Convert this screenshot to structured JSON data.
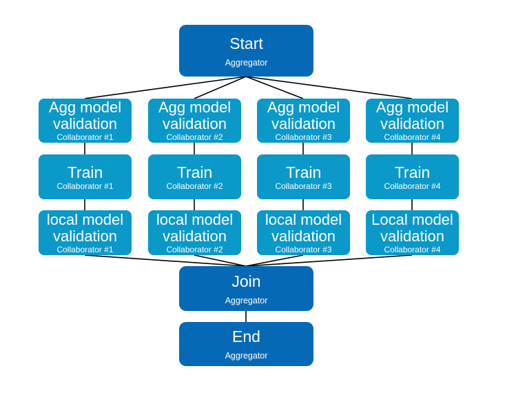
{
  "nodes": {
    "start": {
      "title": "Start",
      "role": "Aggregator"
    },
    "join": {
      "title": "Join",
      "role": "Aggregator"
    },
    "end": {
      "title": "End",
      "role": "Aggregator"
    },
    "columns": [
      {
        "agg_validation": {
          "title_line1": "Agg model",
          "title_line2": "validation",
          "role": "Collaborator #1"
        },
        "train": {
          "title": "Train",
          "role": "Collaborator #1"
        },
        "local_validation": {
          "title_line1": "local model",
          "title_line2": "validation",
          "role": "Collaborator #1"
        }
      },
      {
        "agg_validation": {
          "title_line1": "Agg model",
          "title_line2": "validation",
          "role": "Collaborator #2"
        },
        "train": {
          "title": "Train",
          "role": "Collaborator #2"
        },
        "local_validation": {
          "title_line1": "local model",
          "title_line2": "validation",
          "role": "Collaborator #2"
        }
      },
      {
        "agg_validation": {
          "title_line1": "Agg model",
          "title_line2": "validation",
          "role": "Collaborator #3"
        },
        "train": {
          "title": "Train",
          "role": "Collaborator #3"
        },
        "local_validation": {
          "title_line1": "local model",
          "title_line2": "validation",
          "role": "Collaborator #3"
        }
      },
      {
        "agg_validation": {
          "title_line1": "Agg model",
          "title_line2": "validation",
          "role": "Collaborator #4"
        },
        "train": {
          "title": "Train",
          "role": "Collaborator #4"
        },
        "local_validation": {
          "title_line1": "Local model",
          "title_line2": "validation",
          "role": "Collaborator #4"
        }
      }
    ]
  },
  "colors": {
    "aggregator": "#0569b6",
    "collaborator": "#0a99c9",
    "edge": "#000000"
  }
}
